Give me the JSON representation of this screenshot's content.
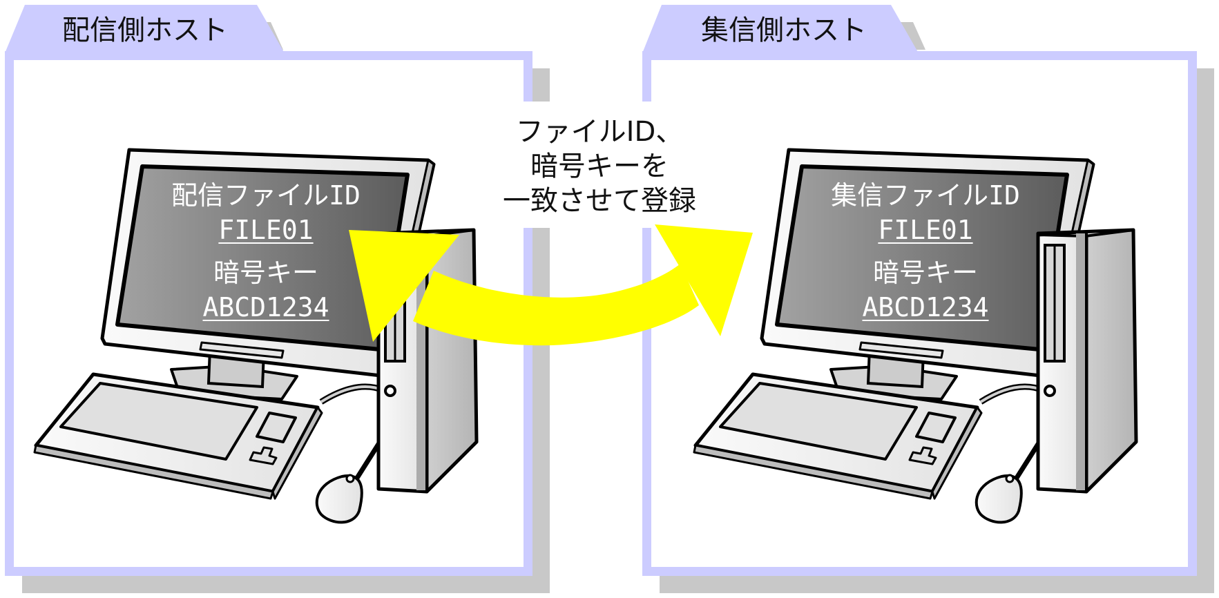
{
  "colors": {
    "frame_border": "#CCCCFF",
    "frame_shadow": "#C8C8C8",
    "tab_fill": "#CCCCFF",
    "arrow": "#FFFF00",
    "screen_dark": "#5E5E5E",
    "screen_light": "#A0A0A0"
  },
  "left_host": {
    "title": "配信側ホスト",
    "screen": {
      "file_id_label": "配信ファイルID",
      "file_id_value": "FILE01",
      "key_label": "暗号キー",
      "key_value": "ABCD1234"
    }
  },
  "right_host": {
    "title": "集信側ホスト",
    "screen": {
      "file_id_label": "集信ファイルID",
      "file_id_value": "FILE01",
      "key_label": "暗号キー",
      "key_value": "ABCD1234"
    }
  },
  "center_note": {
    "lines": [
      "ファイルID、",
      "暗号キーを",
      "一致させて登録"
    ]
  },
  "icons": {
    "computer": "desktop-computer-icon",
    "arrow": "bidirectional-curved-arrow-icon"
  }
}
